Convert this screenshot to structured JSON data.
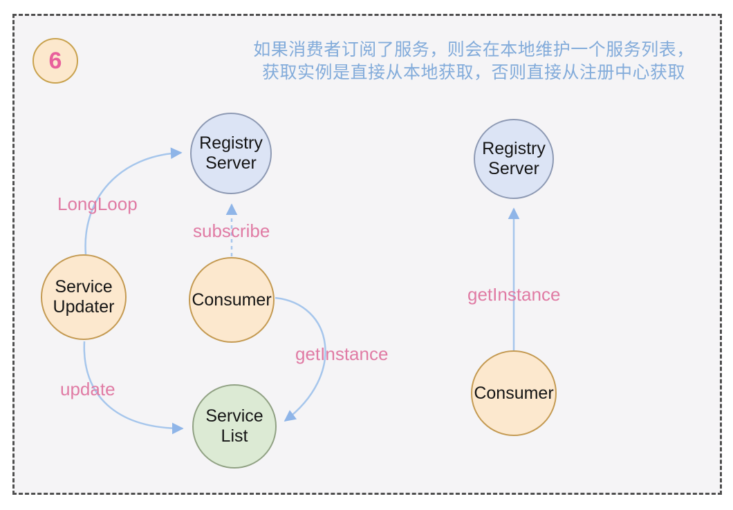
{
  "badge": {
    "number": "6"
  },
  "caption": {
    "line1": "如果消费者订阅了服务，则会在本地维护一个服务列表，",
    "line2": "获取实例是直接从本地获取，否则直接从注册中心获取"
  },
  "nodes": {
    "registry_left": {
      "label": "Registry Server"
    },
    "service_updater": {
      "label": "Service Updater"
    },
    "consumer_left": {
      "label": "Consumer"
    },
    "service_list": {
      "label": "Service List"
    },
    "registry_right": {
      "label": "Registry Server"
    },
    "consumer_right": {
      "label": "Consumer"
    }
  },
  "edges": {
    "longloop": {
      "label": "LongLoop",
      "style": "solid-curve"
    },
    "subscribe": {
      "label": "subscribe",
      "style": "dashed-straight"
    },
    "update": {
      "label": "update",
      "style": "solid-curve"
    },
    "get_instance_left": {
      "label": "getInstance",
      "style": "solid-curve"
    },
    "get_instance_right": {
      "label": "getInstance",
      "style": "solid-straight"
    }
  },
  "colors": {
    "registry_fill": "#dce4f5",
    "registry_border": "#8d99b3",
    "orange_fill": "#fce8ce",
    "orange_border": "#c49a52",
    "green_fill": "#dcead4",
    "green_border": "#90a183",
    "edge_label": "#e07ba4",
    "caption_text": "#82abda",
    "arrow_stroke": "#a6c6ec",
    "arrow_head": "#8fb5e8",
    "badge_number": "#e8609c",
    "frame_background": "#f5f4f6",
    "frame_border": "#4f4f4f"
  }
}
